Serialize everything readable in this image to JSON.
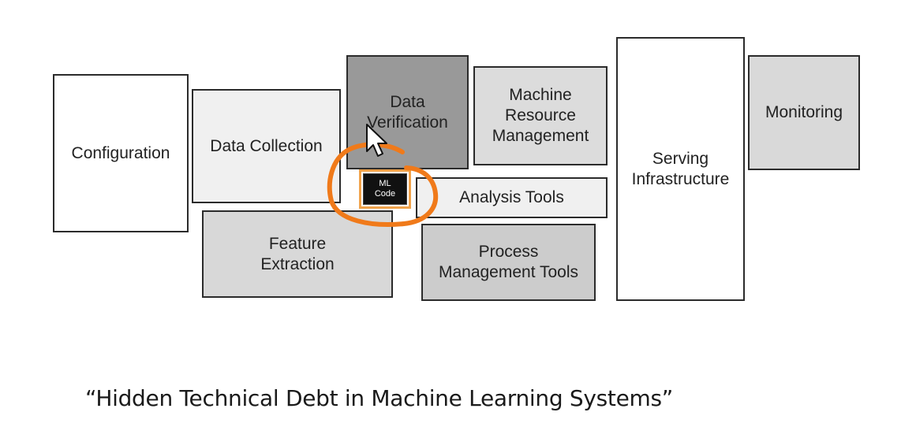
{
  "diagram": {
    "boxes": {
      "configuration": {
        "label": "Configuration",
        "fill": "#ffffff"
      },
      "data_collection": {
        "label": "Data Collection",
        "fill": "#f0f0f0"
      },
      "data_verification": {
        "label": "Data\nVerification",
        "fill": "#999999"
      },
      "machine_resource_management": {
        "label": "Machine\nResource\nManagement",
        "fill": "#dcdcdc"
      },
      "serving_infrastructure": {
        "label": "Serving\nInfrastructure",
        "fill": "#ffffff"
      },
      "monitoring": {
        "label": "Monitoring",
        "fill": "#d9d9d9"
      },
      "analysis_tools": {
        "label": "Analysis Tools",
        "fill": "#f0f0f0"
      },
      "feature_extraction": {
        "label": "Feature\nExtraction",
        "fill": "#d8d8d8"
      },
      "process_management_tools": {
        "label": "Process\nManagement Tools",
        "fill": "#cccccc"
      }
    },
    "ml_code": {
      "label": "ML\nCode",
      "fill": "#111111",
      "highlight_color": "#f0a24a"
    }
  },
  "annotation": {
    "stroke_color": "#f07a1a"
  },
  "caption": {
    "text": "“Hidden Technical Debt in Machine Learning Systems”"
  }
}
